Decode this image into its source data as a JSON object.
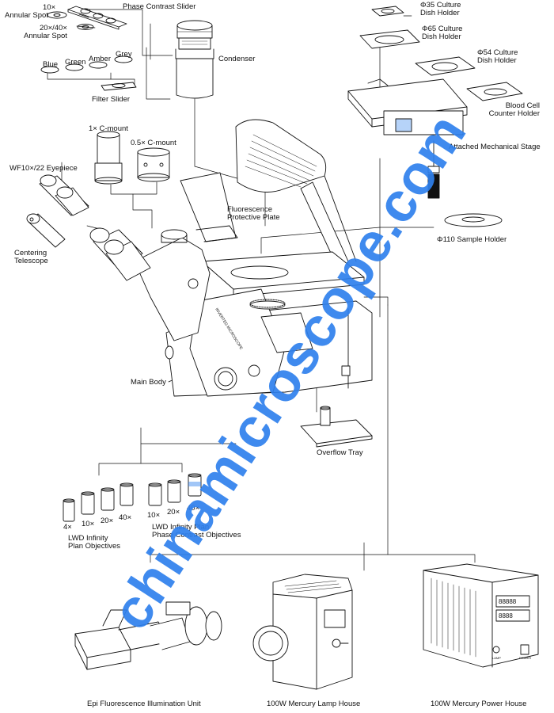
{
  "labels": {
    "annular_10": "10×",
    "annular_spot_10": "Annular Spot",
    "annular_2040": "20×/40×",
    "annular_spot_2040": "Annular Spot",
    "phase_contrast_slider": "Phase Contrast Slider",
    "condenser": "Condenser",
    "blue": "Blue",
    "green": "Green",
    "amber": "Amber",
    "grey": "Grey",
    "filter_slider": "Filter Slider",
    "phi35_line1": "Φ35 Culture",
    "phi35_line2": "Dish Holder",
    "phi65_line1": "Φ65 Culture",
    "phi65_line2": "Dish Holder",
    "phi54_line1": "Φ54 Culture",
    "phi54_line2": "Dish Holder",
    "blood_line1": "Blood Cell",
    "blood_line2": "Counter Holder",
    "mechanical_stage": "Attached Mechanical Stage",
    "c_mount_1x": "1× C-mount",
    "c_mount_05x": "0.5× C-mount",
    "eyepiece": "WF10×/22 Eyepiece",
    "centering_line1": "Centering",
    "centering_line2": "Telescope",
    "fluor_line1": "Fluorescence",
    "fluor_line2": "Protective Plate",
    "sample_holder": "Φ110 Sample Holder",
    "main_body": "Main Body",
    "overflow_tray": "Overflow Tray",
    "obj_4": "4×",
    "obj_10": "10×",
    "obj_20": "20×",
    "obj_40": "40×",
    "obj_pc_10": "10×",
    "obj_pc_20": "20×",
    "obj_pc_40": "40×",
    "lwd_line1": "LWD Infinity",
    "lwd_line2": "Plan Objectives",
    "lwd_pc_line1": "LWD Infinity Plan",
    "lwd_pc_line2": "Phase Contrast Objectives",
    "epi_unit": "Epi Fluorescence Illumination Unit",
    "lamp_house": "100W Mercury Lamp House",
    "power_house": "100W Mercury Power House",
    "body_text": "INVERTED MICROSCOPE",
    "power_switch": "POWER",
    "lamp_switch": "LAMP"
  },
  "watermark": {
    "text": "chinamicroscope.com",
    "color": "#2f80ed"
  },
  "colors": {
    "ink": "#111111",
    "accent_blue": "#2f80ed"
  }
}
